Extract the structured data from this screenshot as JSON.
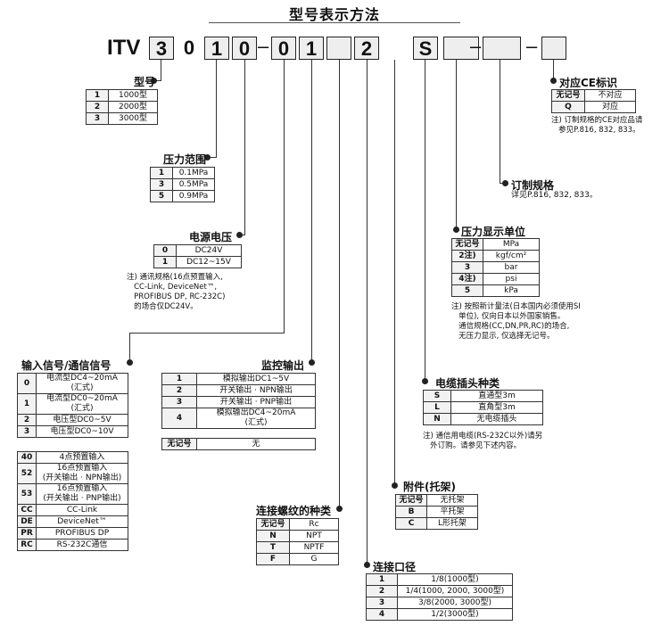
{
  "title": "型号表示方法",
  "code": {
    "prefix": "ITV",
    "chars": [
      "3",
      "0",
      "1",
      "0",
      "0",
      "1",
      "",
      "2",
      "S",
      "",
      "",
      ""
    ]
  },
  "model": {
    "title": "型号",
    "rows": [
      [
        "1",
        "1000型"
      ],
      [
        "2",
        "2000型"
      ],
      [
        "3",
        "3000型"
      ]
    ]
  },
  "pressure": {
    "title": "压力范围",
    "rows": [
      [
        "1",
        "0.1MPa"
      ],
      [
        "3",
        "0.5MPa"
      ],
      [
        "5",
        "0.9MPa"
      ]
    ]
  },
  "voltage": {
    "title": "电源电压",
    "rows": [
      [
        "0",
        "DC24V"
      ],
      [
        "1",
        "DC12~15V"
      ]
    ],
    "note": "注) 通讯规格(16点预置输入,\n   CC-Link, DeviceNet™,\n   PROFIBUS DP, RC-232C)\n   的场合仅DC24V。"
  },
  "input_signal": {
    "title": "输入信号/通信信号",
    "rows_a": [
      [
        "0",
        "电流型DC4~20mA\n(汇式)"
      ],
      [
        "1",
        "电流型DC0~20mA\n(汇式)"
      ],
      [
        "2",
        "电压型DC0~5V"
      ],
      [
        "3",
        "电压型DC0~10V"
      ]
    ],
    "rows_b": [
      [
        "40",
        "4点预置输入"
      ],
      [
        "52",
        "16点预置输入\n(开关输出 · NPN输出)"
      ],
      [
        "53",
        "16点预置输入\n(开关输出 · PNP输出)"
      ],
      [
        "CC",
        "CC-Link"
      ],
      [
        "DE",
        "DeviceNet™"
      ],
      [
        "PR",
        "PROFIBUS DP"
      ],
      [
        "RC",
        "RS-232C通信"
      ]
    ]
  },
  "monitor": {
    "title": "监控输出",
    "rows": [
      [
        "1",
        "模拟输出DC1~5V"
      ],
      [
        "2",
        "开关输出 · NPN输出"
      ],
      [
        "3",
        "开关输出 · PNP输出"
      ],
      [
        "4",
        "模拟输出DC4~20mA\n(汇式)"
      ]
    ],
    "extra": [
      "无记号",
      "无"
    ]
  },
  "thread": {
    "title": "连接螺纹的种类",
    "rows": [
      [
        "无记号",
        "Rc"
      ],
      [
        "N",
        "NPT"
      ],
      [
        "T",
        "NPTF"
      ],
      [
        "F",
        "G"
      ]
    ]
  },
  "port": {
    "title": "连接口径",
    "rows": [
      [
        "1",
        "1/8(1000型)"
      ],
      [
        "2",
        "1/4(1000, 2000, 3000型)"
      ],
      [
        "3",
        "3/8(2000, 3000型)"
      ],
      [
        "4",
        "1/2(3000型)"
      ]
    ]
  },
  "bracket": {
    "title": "附件(托架)",
    "rows": [
      [
        "无记号",
        "无托架"
      ],
      [
        "B",
        "平托架"
      ],
      [
        "C",
        "L形托架"
      ]
    ]
  },
  "cable": {
    "title": "电缆插头种类",
    "rows": [
      [
        "S",
        "直通型3m"
      ],
      [
        "L",
        "直角型3m"
      ],
      [
        "N",
        "无电缆插头"
      ]
    ],
    "note": "注) 通信用电缆(RS-232C以外)请另\n   外订购。请参见下述内容。"
  },
  "display_unit": {
    "title": "压力显示单位",
    "rows": [
      [
        "无记号",
        "MPa"
      ],
      [
        "2注)",
        "kgf/cm²"
      ],
      [
        "3",
        "bar"
      ],
      [
        "4注)",
        "psi"
      ],
      [
        "5",
        "kPa"
      ]
    ],
    "note": "注) 按照新计量法(日本国内必须使用SI\n   单位), 仅向日本以外国家销售。\n   通信规格(CC,DN,PR,RC)的场合,\n   无压力显示, 仅选择无记号。"
  },
  "custom": {
    "title": "订制规格",
    "note": "详见P.816, 832, 833。"
  },
  "ce": {
    "title": "对应CE标识",
    "rows": [
      [
        "无记号",
        "不对应"
      ],
      [
        "Q",
        "对应"
      ]
    ],
    "note": "注) 订制规格的CE对应品请\n   参见P.816, 832, 833。"
  }
}
